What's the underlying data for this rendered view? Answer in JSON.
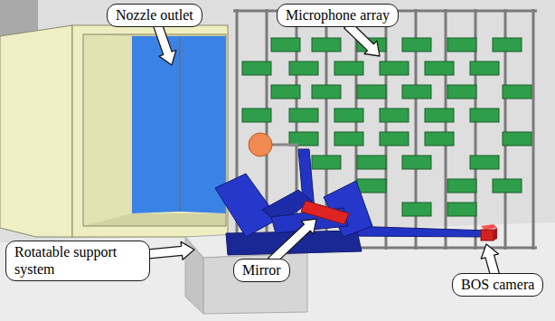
{
  "diagram": {
    "nodes": [
      {
        "text": [
          "Nozzle outlet"
        ]
      },
      {
        "text": [
          "Microphone array"
        ]
      },
      {
        "text": [
          "Rotatable support system"
        ]
      },
      {
        "text": [
          "Mirror"
        ]
      },
      {
        "text": [
          "BOS camera"
        ]
      }
    ]
  }
}
